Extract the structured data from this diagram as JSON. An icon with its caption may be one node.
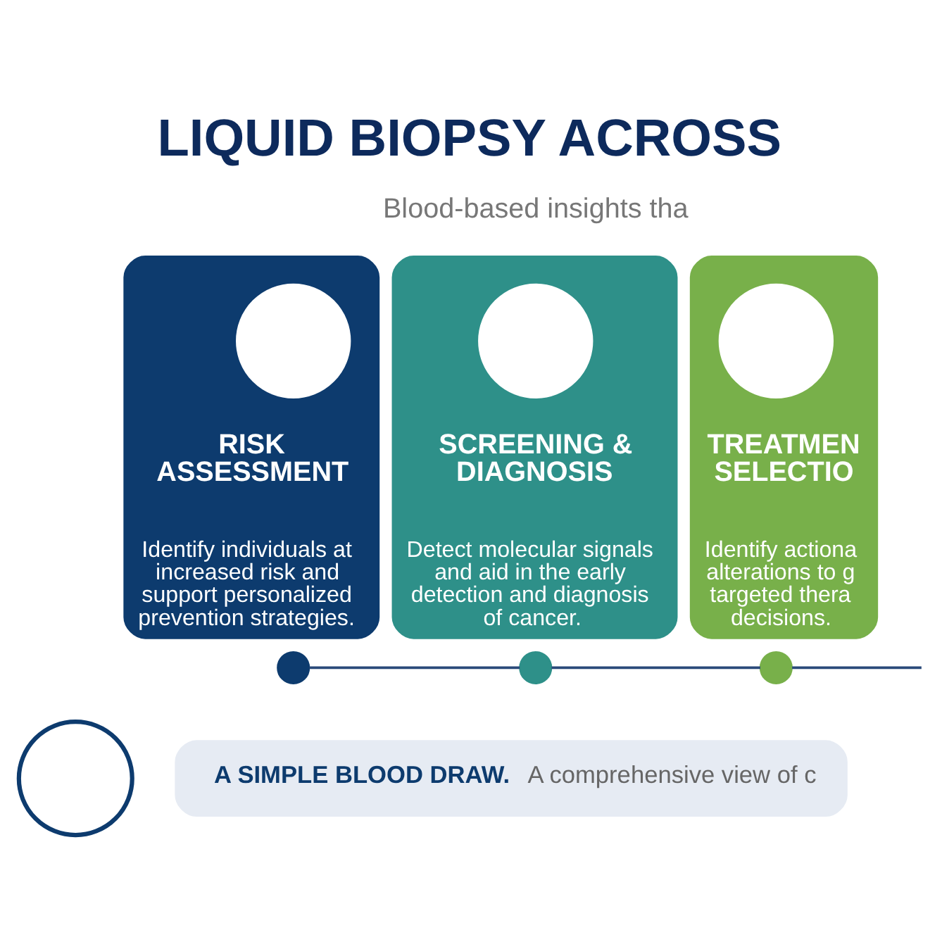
{
  "diagram": {
    "title": "LIQUID BIOPSY ACROSS",
    "nodes": [
      {
        "text": [
          "RISK ASSESSMENT",
          "Identify individuals at increased risk and support personalized prevention strategies."
        ]
      },
      {
        "text": [],
        "shape": "circle",
        "in": 0
      },
      {
        "text": [
          "SCREENING & DIAGNOSIS",
          "Detect molecular signals and aid in the early detection and diagnosis of cancer."
        ]
      },
      {
        "text": [],
        "shape": "circle",
        "in": 2
      },
      {
        "text": [
          "TREATMEN SELECTIO",
          "Identify actiona alterations to g targeted thera decisions."
        ]
      },
      {
        "text": [],
        "shape": "circle",
        "in": 4
      },
      {
        "text": [],
        "shape": "circle"
      },
      {
        "text": [],
        "shape": "circle"
      },
      {
        "text": [],
        "shape": "circle"
      },
      {
        "text": [],
        "shape": "circle"
      },
      {
        "text": [
          "A SIMPLE BLOOD DRAW.",
          "A comprehensive view of c"
        ]
      }
    ],
    "edges": [
      {
        "from": 6,
        "to": 7,
        "arrow": "none"
      },
      {
        "from": 7,
        "to": 8,
        "arrow": "none"
      },
      {
        "from": 8,
        "to": null,
        "arrow": "none"
      }
    ],
    "labels": [
      "Blood-based insights tha"
    ]
  }
}
